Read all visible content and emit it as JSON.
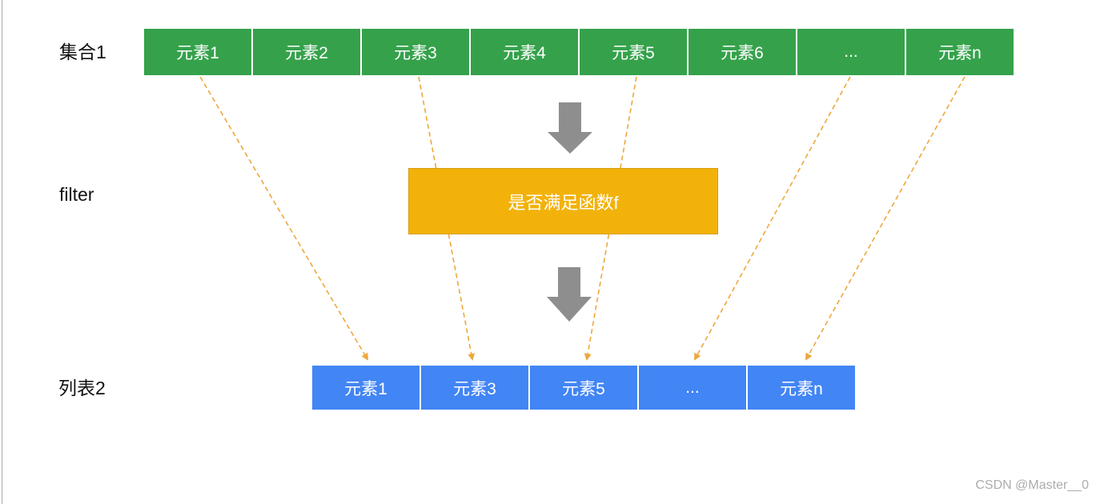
{
  "set1": {
    "label": "集合1",
    "cells": [
      "元素1",
      "元素2",
      "元素3",
      "元素4",
      "元素5",
      "元素6",
      "...",
      "元素n"
    ]
  },
  "filter": {
    "label": "filter",
    "box_text": "是否满足函数f"
  },
  "list2": {
    "label": "列表2",
    "cells": [
      "元素1",
      "元素3",
      "元素5",
      "...",
      "元素n"
    ]
  },
  "watermark": "CSDN @Master__0",
  "colors": {
    "set_green": "#35a24b",
    "list_blue": "#4285f4",
    "filter_yellow": "#f2b20a",
    "filter_border": "#d99c12",
    "flow_arrow_gray": "#8e8e8e",
    "mapping_dashed_orange": "#eda83c"
  }
}
